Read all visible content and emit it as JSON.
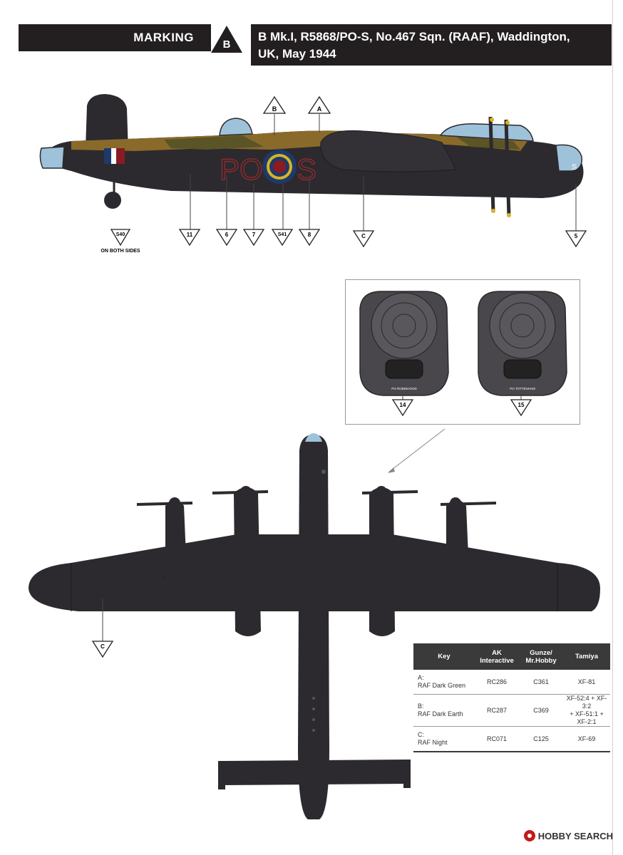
{
  "header": {
    "marking_label": "MARKING",
    "marking_letter": "B",
    "title_line1": "B Mk.I, R5868/PO-S, No.467 Sqn. (RAAF), Waddington,",
    "title_line2": "UK, May 1944"
  },
  "side_view": {
    "callouts_top": [
      "B",
      "A"
    ],
    "callouts_bottom": [
      "S40",
      "11",
      "6",
      "7",
      "S41",
      "8",
      "C",
      "5"
    ],
    "both_sides_note": "ON BOTH SIDES",
    "squadron_code": "PO",
    "aircraft_letter": "S",
    "nose_letter": "S"
  },
  "engine_detail": {
    "callouts": [
      "14",
      "15"
    ],
    "left_caption": "PO ROBINHOOD",
    "right_caption": "PO TOTTENHAM"
  },
  "top_view": {
    "callouts": [
      "C"
    ]
  },
  "paint_table": {
    "headers": {
      "key": "Key",
      "ak": [
        "AK",
        "Interactive"
      ],
      "gunze": [
        "Gunze/",
        "Mr.Hobby"
      ],
      "tamiya": "Tamiya"
    },
    "rows": [
      {
        "key": [
          "A:",
          "RAF Dark Green"
        ],
        "ak": "RC286",
        "gunze": "C361",
        "tamiya": [
          "XF-81"
        ]
      },
      {
        "key": [
          "B:",
          "RAF Dark Earth"
        ],
        "ak": "RC287",
        "gunze": "C369",
        "tamiya": [
          "XF-52:4 + XF-3:2",
          "+ XF-51:1 + XF-2:1"
        ]
      },
      {
        "key": [
          "C:",
          "RAF Night"
        ],
        "ak": "RC071",
        "gunze": "C125",
        "tamiya": [
          "XF-69"
        ]
      }
    ]
  },
  "watermark": {
    "brand": "HOBBY SEARCH",
    "icon": "hobbysearch-logo-icon"
  },
  "colors": {
    "night": "#2c2a2e",
    "dark_green": "#5b5427",
    "dark_earth": "#8a6a2b",
    "roundel_blue": "#1d3a6b",
    "roundel_red": "#8a1b22",
    "roundel_yellow": "#d8b324",
    "code_red": "#8e2a2f",
    "glass": "#9ec2da"
  }
}
